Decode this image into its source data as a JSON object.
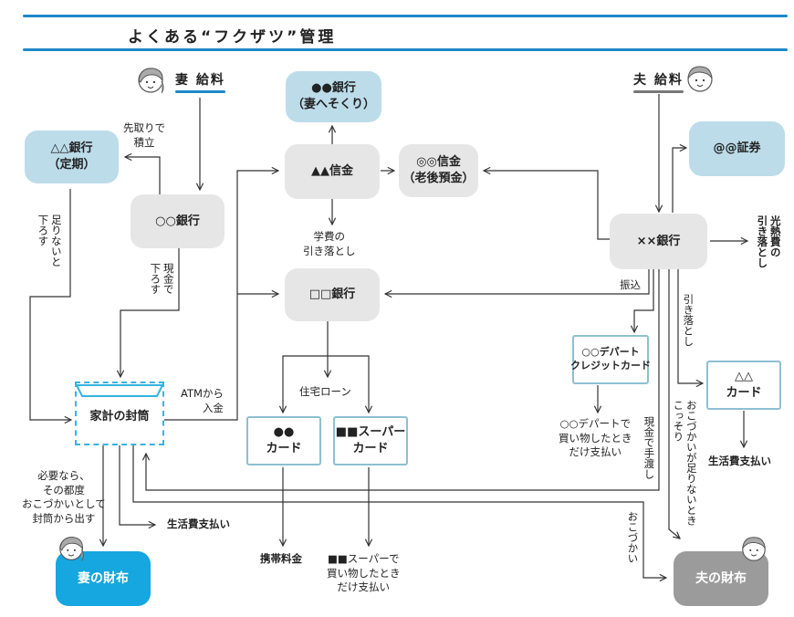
{
  "title": "よくある“フクザツ”管理",
  "colors": {
    "accent": "#1e88c8",
    "wife_wallet": "#16a6e0",
    "husband_wallet": "#9b9b9b",
    "bank_gray": "#e6e6e6",
    "bank_blue": "#bcdcea",
    "card_border": "#8ebfd3",
    "envelope_border": "#36b3e0"
  },
  "salaries": {
    "wife": {
      "label": "妻 給料",
      "icon": "wife-face-icon"
    },
    "husband": {
      "label": "夫 給料",
      "icon": "husband-face-icon"
    }
  },
  "nodes": {
    "bank_black_circle": "●●銀行\n（妻へそくり）",
    "bank_triangle": "△△銀行\n（定期）",
    "bank_circle": "○○銀行",
    "shinkin_black_triangle": "▲▲信金",
    "shinkin_double_circle": "◎◎信金\n（老後預金）",
    "securities": "@@証券",
    "bank_cross": "××銀行",
    "bank_square": "□□銀行",
    "envelope": "家計の封筒",
    "card_black_circle": "●●\nカード",
    "card_super": "■■スーパー\nカード",
    "card_department": "○○デパート\nクレジットカード",
    "card_triangle": "△△\nカード",
    "wife_wallet": "妻の財布",
    "husband_wallet": "夫の財布"
  },
  "labels": {
    "advance_saving": "先取りで\n積立",
    "withdraw_if_short": "足りないと\n下ろす",
    "withdraw_cash": "現金で\n下ろす",
    "tuition_debit": "学費の\n引き落とし",
    "utility_debit": "光熱費の\n引き落とし",
    "transfer": "振込",
    "debit": "引き落とし",
    "atm_deposit": "ATMから\n入金",
    "home_loan": "住宅ローン",
    "dept_purchase": "○○デパートで\n買い物したとき\nだけ支払い",
    "cash_handover": "現金で手渡し",
    "secret_allowance": "おこづかいが足りないとき\nこっそり",
    "living_expenses_right": "生活費支払い",
    "as_needed": "必要なら、\nその都度\nおこづかいとして\n封筒から出す",
    "living_expenses_left": "生活費支払い",
    "allowance": "おこづかい",
    "phone_fee": "携帯料金",
    "super_purchase": "■■スーパーで\n買い物したとき\nだけ支払い"
  }
}
